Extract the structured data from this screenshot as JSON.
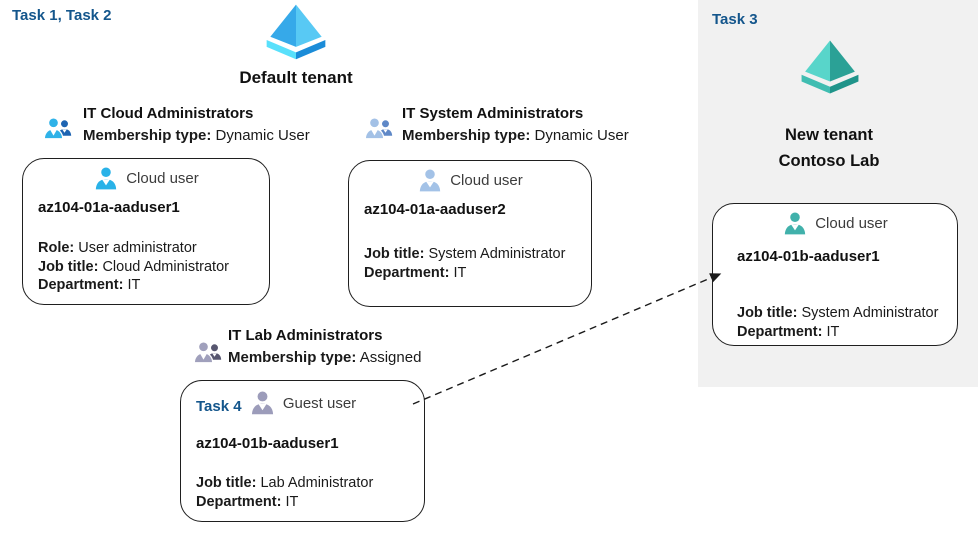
{
  "labels": {
    "task12": "Task 1, Task 2",
    "task3": "Task 3",
    "task4": "Task 4"
  },
  "tenants": {
    "default": {
      "name": "Default tenant",
      "icon": "azure-ad-pyramid-blue"
    },
    "new": {
      "line1": "New  tenant",
      "line2": "Contoso Lab",
      "icon": "azure-ad-pyramid-teal"
    }
  },
  "groups": [
    {
      "name": "IT Cloud Administrators",
      "membership_label": "Membership type:",
      "membership_value": "Dynamic User",
      "icon": "group-people-cyan"
    },
    {
      "name": "IT System Administrators",
      "membership_label": "Membership type:",
      "membership_value": "Dynamic User",
      "icon": "group-people-steelblue"
    },
    {
      "name": "IT Lab Administrators",
      "membership_label": "Membership type:",
      "membership_value": "Assigned",
      "icon": "group-people-lavender"
    }
  ],
  "users": [
    {
      "type_label": "Cloud user",
      "name": "az104-01a-aaduser1",
      "icon": "person-cyan",
      "fields": [
        {
          "label": "Role:",
          "value": "User administrator"
        },
        {
          "label": "Job title:",
          "value": "Cloud Administrator"
        },
        {
          "label": "Department:",
          "value": "IT"
        }
      ]
    },
    {
      "type_label": "Cloud user",
      "name": "az104-01a-aaduser2",
      "icon": "person-steelblue",
      "fields": [
        {
          "label": "Job title:",
          "value": "System Administrator"
        },
        {
          "label": "Department:",
          "value": "IT"
        }
      ]
    },
    {
      "type_label": "Guest user",
      "name": "az104-01b-aaduser1",
      "icon": "person-lavender",
      "task_label": "Task 4",
      "fields": [
        {
          "label": "Job title:",
          "value": "Lab Administrator"
        },
        {
          "label": "Department:",
          "value": "IT"
        }
      ]
    },
    {
      "type_label": "Cloud user",
      "name": "az104-01b-aaduser1",
      "icon": "person-teal",
      "fields": [
        {
          "label": "Job title:",
          "value": "System Administrator"
        },
        {
          "label": "Department:",
          "value": "IT"
        }
      ]
    }
  ],
  "colors": {
    "task_label_blue": "#14568c",
    "panel_bg": "#f1f1f1",
    "card_border": "#1f1f1f",
    "person_cyan": "#29b2e8",
    "person_steelblue": "#a3c2e7",
    "person_lavender": "#9c9cba",
    "person_teal": "#41b1ab",
    "group_cyan_front": "#2fb2e8",
    "group_cyan_back": "#1d64b2",
    "group_steel_front": "#a3c1e6",
    "group_steel_back": "#5f88c7",
    "group_lavender_front": "#a0a0bc",
    "group_lavender_back": "#57566f",
    "pyramid_blue_left": "#36a9e9",
    "pyramid_blue_right": "#58c9f4",
    "pyramid_blue_rim_left": "#59e0fb",
    "pyramid_blue_rim_right": "#1b8cd8",
    "pyramid_teal_left": "#58d5ca",
    "pyramid_teal_right": "#2ba196",
    "pyramid_teal_rim_left": "#40bdb1",
    "pyramid_teal_rim_right": "#1f948a",
    "arrow": "#1a1a1a"
  }
}
